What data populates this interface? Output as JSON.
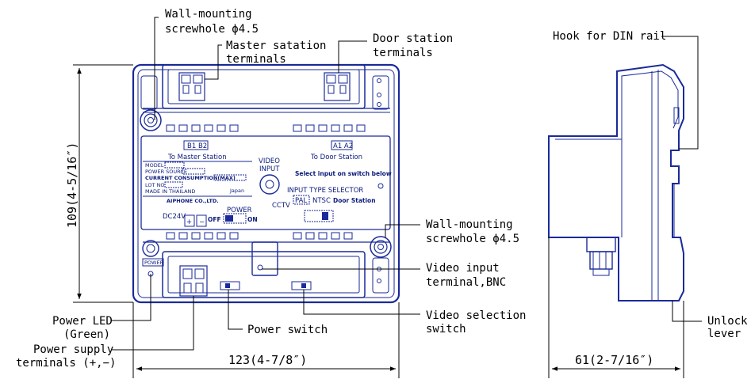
{
  "callouts": {
    "wall_mount_top_1": "Wall-mounting",
    "wall_mount_top_2": "screwhole ϕ4.5",
    "master_terminals_1": "Master satation",
    "master_terminals_2": "terminals",
    "door_terminals_1": "Door station",
    "door_terminals_2": "terminals",
    "din_hook": "Hook for DIN rail",
    "wall_mount_right_1": "Wall-mounting",
    "wall_mount_right_2": "screwhole ϕ4.5",
    "video_input_1": "Video input",
    "video_input_2": "terminal,BNC",
    "video_select_1": "Video selection",
    "video_select_2": "switch",
    "power_switch": "Power switch",
    "power_led_1": "Power LED",
    "power_led_2": "(Green)",
    "power_supply_1": "Power supply",
    "power_supply_2": "terminals (+,−)",
    "unlock_1": "Unlock",
    "unlock_2": "lever"
  },
  "dimensions": {
    "height": "109(4-5/16″)",
    "width": "123(4-7/8″)",
    "depth": "61(2-7/16″)"
  },
  "panel": {
    "b1b2": "B1 B2",
    "to_master": "To Master Station",
    "a1a2": "A1 A2",
    "to_door": "To Door Station",
    "model": "MODEL",
    "power_source": "POWER SOURCE",
    "current": "CURRENT CONSUMPTION(MAX)",
    "lot_no": "LOT NO.",
    "made_in": "MADE IN THAILAND",
    "japan": "Japan",
    "aiphone": "AIPHONE CO.,LTD.",
    "video_input_1": "VIDEO",
    "video_input_2": "INPUT",
    "cctv": "CCTV",
    "select_note": "Select input on switch below",
    "input_type": "INPUT TYPE SELECTOR",
    "pal": "PAL",
    "ntsc": "NTSC",
    "door_station": "Door Station",
    "dc24v": "DC24V",
    "plus": "+",
    "minus": "−",
    "power": "POWER",
    "off": "OFF",
    "on": "ON",
    "power_led": "POWER"
  },
  "colors": {
    "device_outline": "#1a2a9a",
    "leader": "#000000"
  }
}
